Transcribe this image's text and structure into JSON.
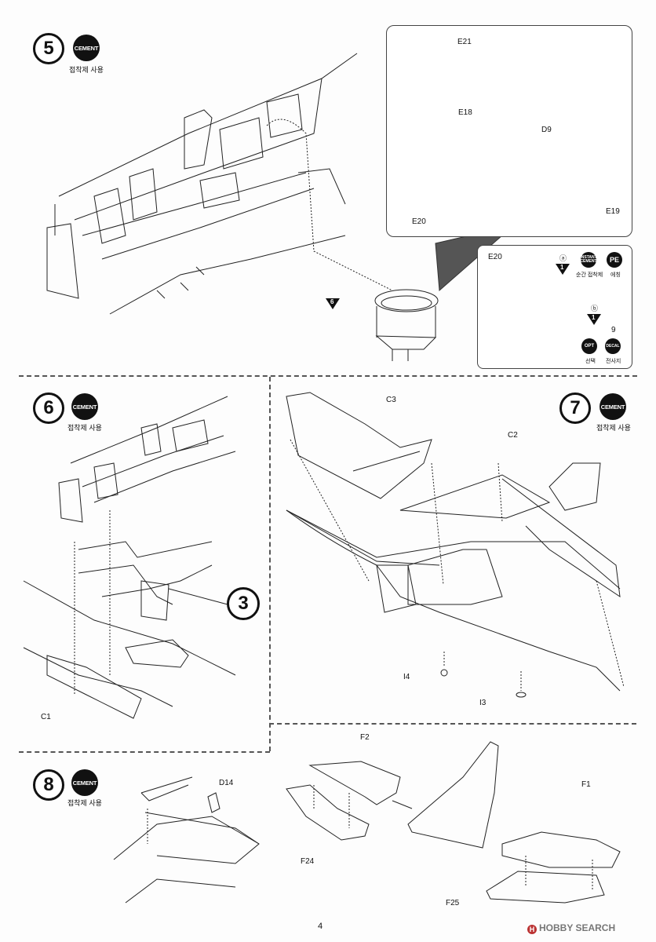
{
  "page": {
    "number": "4"
  },
  "watermark": {
    "text": "HOBBY SEARCH",
    "logo_letter": "H"
  },
  "steps": [
    {
      "number": "5",
      "cement": "CEMENT",
      "cement_label": "접착제 사용"
    },
    {
      "number": "6",
      "cement": "CEMENT",
      "cement_label": "접착제 사용"
    },
    {
      "number": "7",
      "cement": "CEMENT",
      "cement_label": "접착제 사용"
    },
    {
      "number": "8",
      "cement": "CEMENT",
      "cement_label": "접착제 사용"
    }
  ],
  "step5": {
    "parts": {
      "e21": "E21",
      "e18": "E18",
      "d9": "D9",
      "e20": "E20",
      "e19": "E19"
    },
    "callout_arrow": "6",
    "paint_inset": {
      "part": "E20",
      "mark_a": "ⓐ",
      "mark_a_num": "1",
      "mark_b": "ⓑ",
      "mark_b_num": "1",
      "instant_badge": "INSTANT CEMENT",
      "instant_label": "순간 접착제",
      "pe_badge": "PE",
      "pe_label": "에칭",
      "decal_number": "9",
      "opt_badge": "OPT",
      "opt_label": "선택",
      "decal_badge": "DECAL",
      "decal_label": "전사지"
    }
  },
  "step6": {
    "parts": {
      "c1": "C1"
    },
    "subassembly": "3"
  },
  "step7": {
    "parts": {
      "c3": "C3",
      "c2": "C2",
      "i4": "I4",
      "i3": "I3"
    }
  },
  "step8": {
    "parts": {
      "d14": "D14",
      "f2": "F2",
      "f24": "F24",
      "f1": "F1",
      "f25": "F25"
    }
  }
}
